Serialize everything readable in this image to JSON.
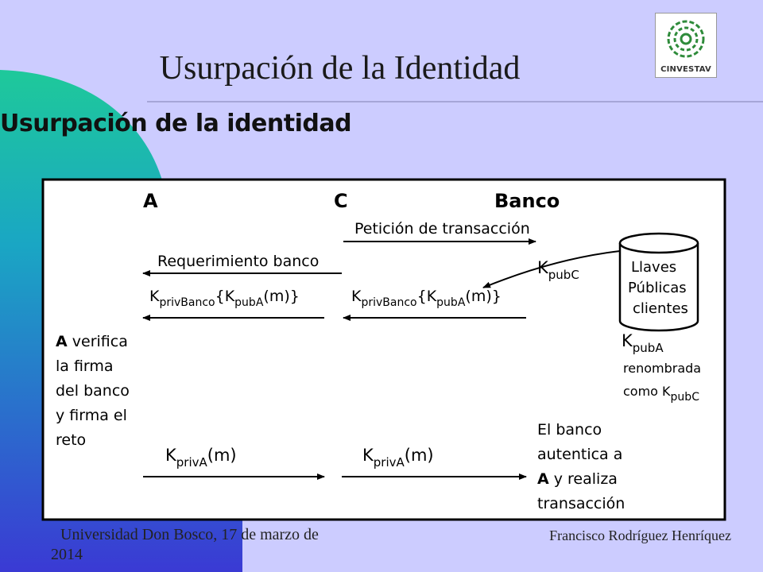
{
  "slide": {
    "title": "Usurpación de la Identidad",
    "subtitle": "Usurpación de la identidad",
    "logo_label": "CINVESTAV",
    "footer_left_line1": "Universidad Don Bosco, 17 de marzo de",
    "footer_left_line2": "2014",
    "footer_right": "Francisco Rodríguez Henríquez"
  },
  "diagram": {
    "party_a": "A",
    "party_c": "C",
    "party_banco": "Banco",
    "msg_peticion": "Petición de transacción",
    "msg_requerimiento": "Requerimiento banco",
    "msg_k_privbanco_left": {
      "k": "K",
      "sub1": "privBanco",
      "mid": "{K",
      "sub2": "pubA",
      "end": "(m)}"
    },
    "msg_k_privbanco_right": {
      "k": "K",
      "sub1": "privBanco",
      "mid": "{K",
      "sub2": "pubA",
      "end": "(m)}"
    },
    "kpubc_label": {
      "k": "K",
      "sub": "pubC"
    },
    "db_lines": [
      "Llaves",
      "Públicas",
      "clientes"
    ],
    "kpuba_label": {
      "k": "K",
      "sub": "pubA"
    },
    "renombrada_line1": "renombrada",
    "renombrada_line2": "como K",
    "renombrada_sub": "pubC",
    "a_verifica_bold": "A",
    "a_verifica_lines": [
      " verifica",
      "la firma",
      "del banco",
      "y firma el",
      "reto"
    ],
    "msg_kpriva_left": {
      "k": "K",
      "sub": "privA",
      "end": "(m)"
    },
    "msg_kpriva_right": {
      "k": "K",
      "sub": "privA",
      "end": "(m)"
    },
    "banco_autentica_lines": [
      "El banco",
      "autentica a"
    ],
    "banco_autentica_bold": "A",
    "banco_autentica_rest": " y realiza",
    "banco_autentica_last": "transacción"
  },
  "colors": {
    "background": "#ccccff",
    "left_accent_top": "#1ec99a",
    "left_accent_bottom": "#3c3cd8",
    "diagram_bg": "#ffffff",
    "diagram_ink": "#000000"
  }
}
